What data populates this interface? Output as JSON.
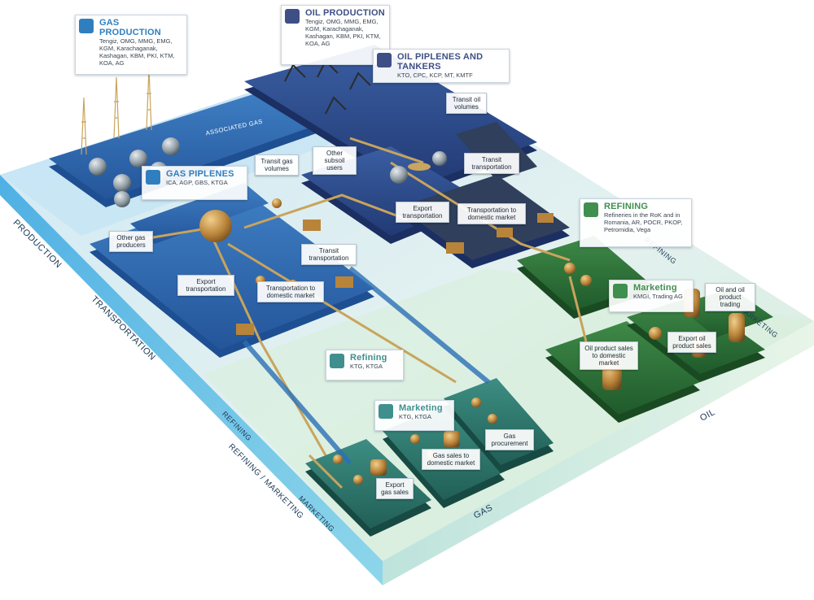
{
  "callouts": {
    "gas_production": {
      "title": "GAS PRODUCTION",
      "sub": "Tengiz, OMG, MMG, EMG, KGM, Karachaganak, Kashagan, KBM, PKI, KTM, KOA, AG",
      "icon": "gas-flame-icon",
      "color": "#2f7fbf"
    },
    "oil_production": {
      "title": "OIL PRODUCTION",
      "sub": "Tengiz, OMG, MMG, EMG, KGM, Karachaganak, Kashagan, KBM, PKI, KTM, KOA, AG",
      "icon": "oil-pump-icon",
      "color": "#3e4f86"
    },
    "oil_pipelines": {
      "title": "OIL PIPLENES AND TANKERS",
      "sub": "KTO, CPC, KCP, MT, KMTF",
      "icon": "pipeline-icon",
      "color": "#3e4f86"
    },
    "gas_pipelines": {
      "title": "GAS PIPLENES",
      "sub": "ICA, AGP, GBS, KTGA",
      "icon": "gas-pipe-icon",
      "color": "#2f7fbf"
    },
    "refining_oil": {
      "title": "REFINING",
      "sub": "Refineries in the RoK and in Romania, AR, POCR, PKOP, Petromidia, Vega",
      "icon": "refinery-icon",
      "color": "#3f8f4f"
    },
    "marketing_oil": {
      "title": "Marketing",
      "sub": "KMGI, Trading AG",
      "icon": "marketing-icon",
      "color": "#3f8f4f"
    },
    "refining_gas": {
      "title": "Refining",
      "sub": "KTG, KTGA",
      "icon": "gas-refinery-icon",
      "color": "#3f8f8f"
    },
    "marketing_gas": {
      "title": "Marketing",
      "sub": "KTG, KTGA",
      "icon": "gas-marketing-icon",
      "color": "#3f8f8f"
    }
  },
  "tags": {
    "transit_gas": "Transit gas volumes",
    "other_subsoil": "Other subsoil users",
    "transit_oil": "Transit oil volumes",
    "transit_transport_oil": "Transit transportation",
    "export_transport_oil": "Export transportation",
    "domestic_transport_oil": "Transportation to domestic market",
    "other_gas_producers": "Other gas producers",
    "export_transport_gas": "Export transportation",
    "domestic_transport_gas": "Transportation to domestic market",
    "transit_transport_gas": "Transit transportation",
    "oil_product_domestic": "Oil product sales to domestic market",
    "export_oil_product": "Export oil product sales",
    "oil_trading": "Oil and oil product trading",
    "export_gas_sales": "Export gas sales",
    "gas_domestic_sales": "Gas sales to domestic market",
    "gas_procurement": "Gas procurement"
  },
  "pipe_labels": {
    "associated_gas": "ASSOCIATED GAS"
  },
  "edges": {
    "production": "PRODUCTION",
    "transportation": "TRANSPORTATION",
    "refining_left": "REFINING",
    "refining_marketing": "REFINING / MARKETING",
    "marketing_left": "MARKETING",
    "gas": "GAS",
    "oil": "OIL",
    "refining_right": "REFINING",
    "marketing_right": "MARKETING"
  }
}
